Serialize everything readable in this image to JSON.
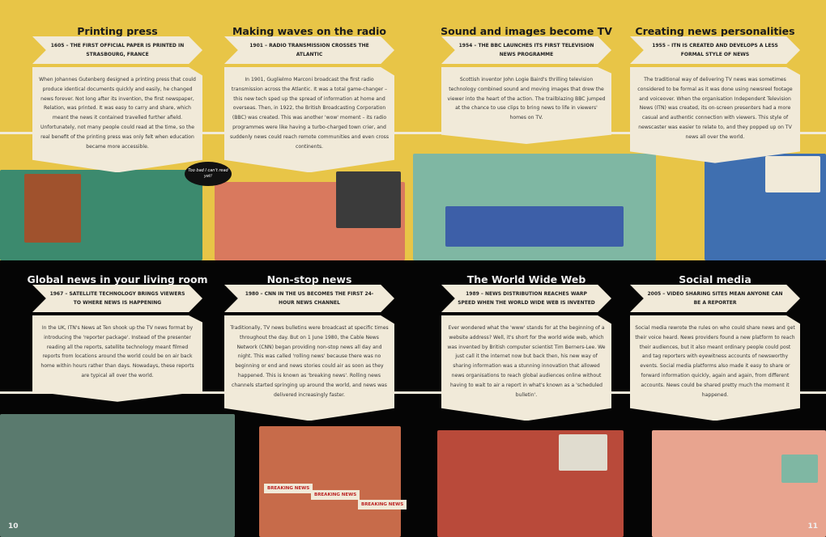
{
  "top_sections": [
    {
      "title": "Printing press",
      "banner": "1605 – THE FIRST OFFICIAL PAPER IS PRINTED IN STRASBOURG, FRANCE",
      "body": "When Johannes Gutenberg designed a printing press that could produce identical documents quickly and easily, he changed news forever. Not long after its invention, the first newspaper, Relation, was printed. It was easy to carry and share, which meant the news it contained travelled further afield. Unfortunately, not many people could read at the time, so the real benefit of the printing press was only felt when education became more accessible."
    },
    {
      "title": "Making waves on the radio",
      "banner": "1901 – RADIO TRANSMISSION CROSSES THE ATLANTIC",
      "body": "In 1901, Guglielmo Marconi broadcast the first radio transmission across the Atlantic. It was a total game-changer – this new tech sped up the spread of information at home and overseas. Then, in 1922, the British Broadcasting Corporation (BBC) was created. This was another 'wow' moment – its radio programmes were like having a turbo-charged town crier, and suddenly news could reach remote communities and even cross continents."
    },
    {
      "title": "Sound and images become TV",
      "banner": "1954 – THE BBC LAUNCHES ITS FIRST TELEVISION NEWS PROGRAMME",
      "body": "Scottish inventor John Logie Baird's thrilling television technology combined sound and moving images that drew the viewer into the heart of the action. The trailblazing BBC jumped at the chance to use clips to bring news to life in viewers' homes on TV."
    },
    {
      "title": "Creating news personalities",
      "banner": "1955 – ITN IS CREATED AND DEVELOPS A LESS FORMAL STYLE OF NEWS",
      "body": "The traditional way of delivering TV news was sometimes considered to be formal as it was done using newsreel footage and voiceover. When the organisation Independent Television News (ITN) was created, its on-screen presenters had a more casual and authentic connection with viewers. This style of newscaster was easier to relate to, and they popped up on TV news all over the world."
    }
  ],
  "bottom_sections": [
    {
      "title": "Global news in your living room",
      "banner": "1967 – SATELLITE TECHNOLOGY BRINGS VIEWERS TO WHERE NEWS IS HAPPENING",
      "body": "In the UK, ITN's News at Ten shook up the TV news format by introducing the 'reporter package'. Instead of the presenter reading all the reports, satellite technology meant filmed reports from locations around the world could be on air back home within hours rather than days. Nowadays, these reports are typical all over the world."
    },
    {
      "title": "Non-stop news",
      "banner": "1980 – CNN IN THE US BECOMES THE FIRST 24-HOUR NEWS CHANNEL",
      "body": "Traditionally, TV news bulletins were broadcast at specific times throughout the day. But on 1 June 1980, the Cable News Network (CNN) began providing non-stop news all day and night. This was called 'rolling news' because there was no beginning or end and news stories could air as soon as they happened. This is known as 'breaking news'. Rolling news channels started springing up around the world, and news was delivered increasingly faster."
    },
    {
      "title": "The World Wide Web",
      "banner": "1989 – NEWS DISTRIBUTION REACHES WARP SPEED WHEN THE WORLD WIDE WEB IS INVENTED",
      "body": "Ever wondered what the 'www' stands for at the beginning of a website address? Well, it's short for the world wide web, which was invented by British computer scientist Tim Berners-Lee. We just call it the internet now but back then, his new way of sharing information was a stunning innovation that allowed news organisations to reach global audiences online without having to wait to air a report in what's known as a 'scheduled bulletin'."
    },
    {
      "title": "Social media",
      "banner": "2005 – VIDEO SHARING SITES MEAN ANYONE CAN BE A REPORTER",
      "body": "Social media rewrote the rules on who could share news and get their voice heard. News providers found a new platform to reach their audiences, but it also meant ordinary people could post and tag reporters with eyewitness accounts of newsworthy events. Social media platforms also made it easy to share or forward information quickly, again and again, from different accounts. News could be shared pretty much the moment it happened."
    }
  ],
  "speech_bubble": "Too bad I can't read yet!",
  "breaking_news": [
    "BREAKING NEWS",
    "BREAKING NEWS",
    "BREAKING NEWS"
  ],
  "page_numbers": {
    "left": "10",
    "right": "11"
  }
}
